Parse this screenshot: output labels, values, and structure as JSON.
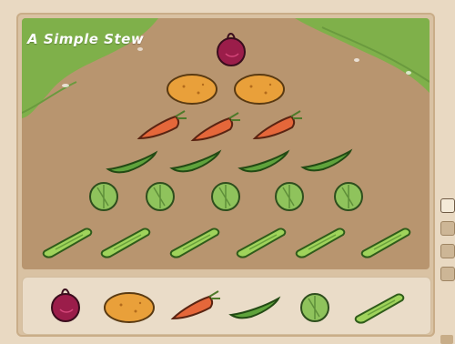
{
  "game": {
    "title": "A Simple Stew",
    "pyramid_rows": [
      {
        "item": "beet",
        "count": 1
      },
      {
        "item": "potato",
        "count": 2
      },
      {
        "item": "carrot",
        "count": 3
      },
      {
        "item": "green-bean",
        "count": 4
      },
      {
        "item": "brussels-sprout",
        "count": 5
      },
      {
        "item": "celery",
        "count": 6
      }
    ],
    "tray_items": [
      "beet",
      "potato",
      "carrot",
      "green-bean",
      "brussels-sprout",
      "celery"
    ]
  },
  "toolbar": {
    "icons": [
      "square-tool-icon",
      "grid-tool-icon",
      "shape-tool-icon",
      "link-tool-icon"
    ],
    "active_index": 0
  },
  "colors": {
    "board": "#b8956f",
    "grass": "#7fb04a",
    "beet": "#9b1d4a",
    "potato": "#e9a03a",
    "carrot": "#e5673a",
    "green-bean": "#5fa33c",
    "sprout": "#8fc35c",
    "celery": "#9fd35b"
  }
}
